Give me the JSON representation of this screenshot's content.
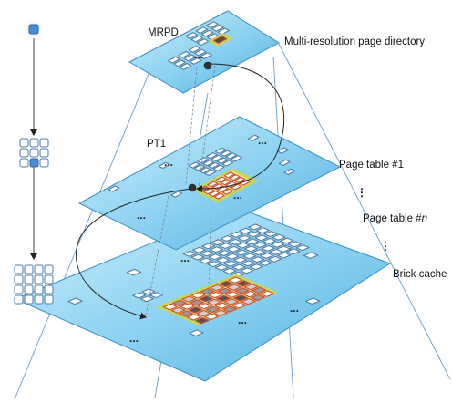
{
  "colors": {
    "plane_light": "#cdeefb",
    "plane_mid": "#8fd3f2",
    "plane_dark": "#4fb1df",
    "plane_edge": "#3b8fc4",
    "tile_fill": "#ffffff",
    "tile_stroke": "#4f7da6",
    "tile_gray": "#a9a9a9",
    "tile_dark": "#4a4a4a",
    "highlight_fill": "#e6f08a",
    "highlight_edge": "#d44a2b",
    "selected_cell": "#4a8fd6",
    "frustum_line": "#6b9cc6"
  },
  "labels": {
    "mrpd": "MRPD",
    "mrpd_desc": "Multi-resolution page directory",
    "pt1": "PT1",
    "page_table_1": "Page table #1",
    "page_table_n_prefix": "Page table #",
    "page_table_n_italic": "n",
    "brick_cache": "Brick cache"
  },
  "dots": {
    "horizontal": "...",
    "vertical": "⋮"
  },
  "icons": {
    "down_arrow": "arrow-down-icon",
    "pointer_dot": "pointer-dot-icon",
    "curved_arrow": "curved-arrow-icon"
  }
}
